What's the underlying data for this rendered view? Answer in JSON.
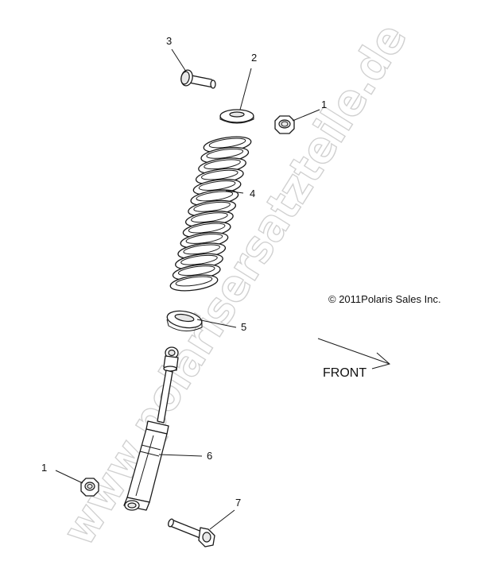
{
  "watermark": "www.polarisersatzteile.de",
  "copyright": "© 2011Polaris Sales Inc.",
  "direction_label": "FRONT",
  "callouts": [
    {
      "id": "1",
      "text": "1"
    },
    {
      "id": "2",
      "text": "2"
    },
    {
      "id": "3",
      "text": "3"
    },
    {
      "id": "4",
      "text": "4"
    },
    {
      "id": "5",
      "text": "5"
    },
    {
      "id": "6",
      "text": "6"
    },
    {
      "id": "1b",
      "text": "1"
    },
    {
      "id": "7",
      "text": "7"
    }
  ]
}
